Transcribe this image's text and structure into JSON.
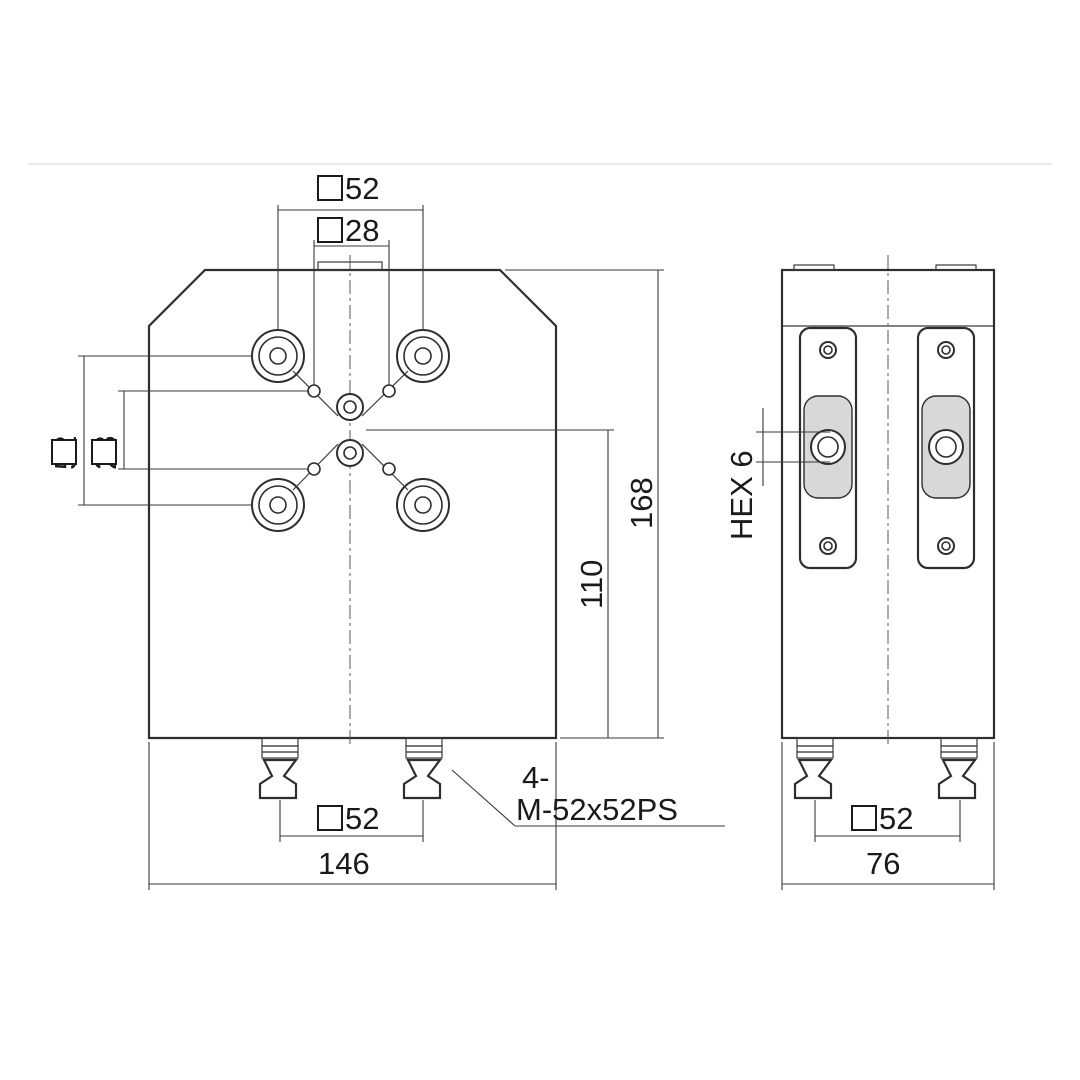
{
  "front_view": {
    "top_pattern_outer": "52",
    "top_pattern_inner": "28",
    "side_pattern_outer": "52",
    "side_pattern_inner": "28",
    "height_total": "168",
    "height_center": "110",
    "pin_pitch": "52",
    "width": "146",
    "pin_count_note": "4-",
    "pin_spec": "M-52x52PS"
  },
  "side_view": {
    "hex_label": "HEX 6",
    "pin_pitch": "52",
    "width": "76"
  }
}
